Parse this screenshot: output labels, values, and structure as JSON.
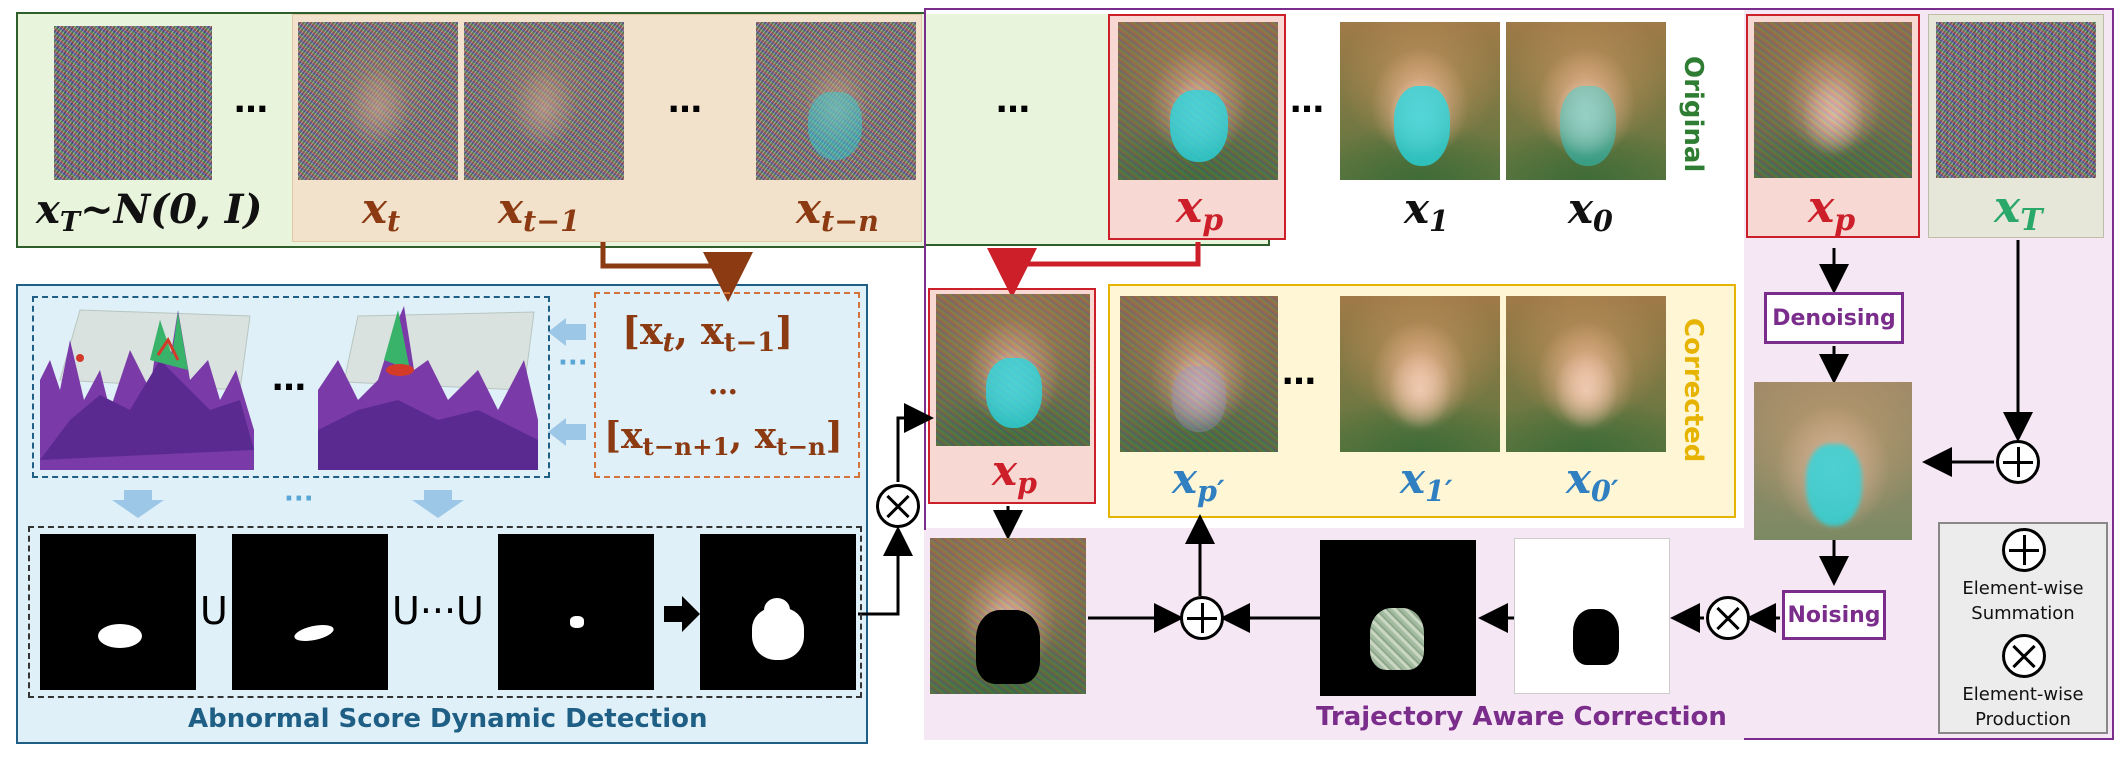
{
  "colors": {
    "original_green": "#2e7d32",
    "trajectory_brown": "#8b3a12",
    "highlight_red": "#cc1f2a",
    "blue_panel": "#1f5f85",
    "corrected_gold": "#e6b400",
    "purple": "#7b2d8b",
    "prime_blue": "#2f7fc1"
  },
  "original": {
    "title": "Original",
    "xT": "x",
    "xT_sub": "T",
    "xT_rest": "~N(0, I)",
    "xt": "x",
    "xt_sub": "t",
    "xt1": "x",
    "xt1_sub": "t−1",
    "xtn": "x",
    "xtn_sub": "t−n",
    "xp": "x",
    "xp_sub": "p",
    "x1": "x",
    "x1_sub": "1",
    "x0": "x",
    "x0_sub": "0",
    "ellipsis": "…"
  },
  "detection": {
    "pair1": "[x",
    "pair1_a": "t",
    "pair1_mid": ", x",
    "pair1_b": "t−1",
    "pair1_end": "]",
    "pair_dots": "…",
    "pair2": "[x",
    "pair2_a": "t−n+1",
    "pair2_mid": ", x",
    "pair2_b": "t−n",
    "pair2_end": "]",
    "union": "U",
    "union_dots": "U···U",
    "title": "Abnormal Score Dynamic Detection",
    "ellipsis": "…",
    "dots": "···"
  },
  "corrected": {
    "title": "Corrected",
    "xp": "x",
    "xp_sub": "p",
    "xp_prime": "x",
    "xp_prime_sub": "p′",
    "x1_prime": "x",
    "x1_prime_sub": "1′",
    "x0_prime": "x",
    "x0_prime_sub": "0′",
    "ellipsis": "…"
  },
  "trajectory": {
    "title": "Trajectory Aware Correction",
    "xp": "x",
    "xp_sub": "p",
    "xT": "x",
    "xT_sub": "T",
    "denoising": "Denoising",
    "noising": "Noising"
  },
  "legend": {
    "sum_label": "Element-wise Summation",
    "prod_label": "Element-wise Production"
  }
}
